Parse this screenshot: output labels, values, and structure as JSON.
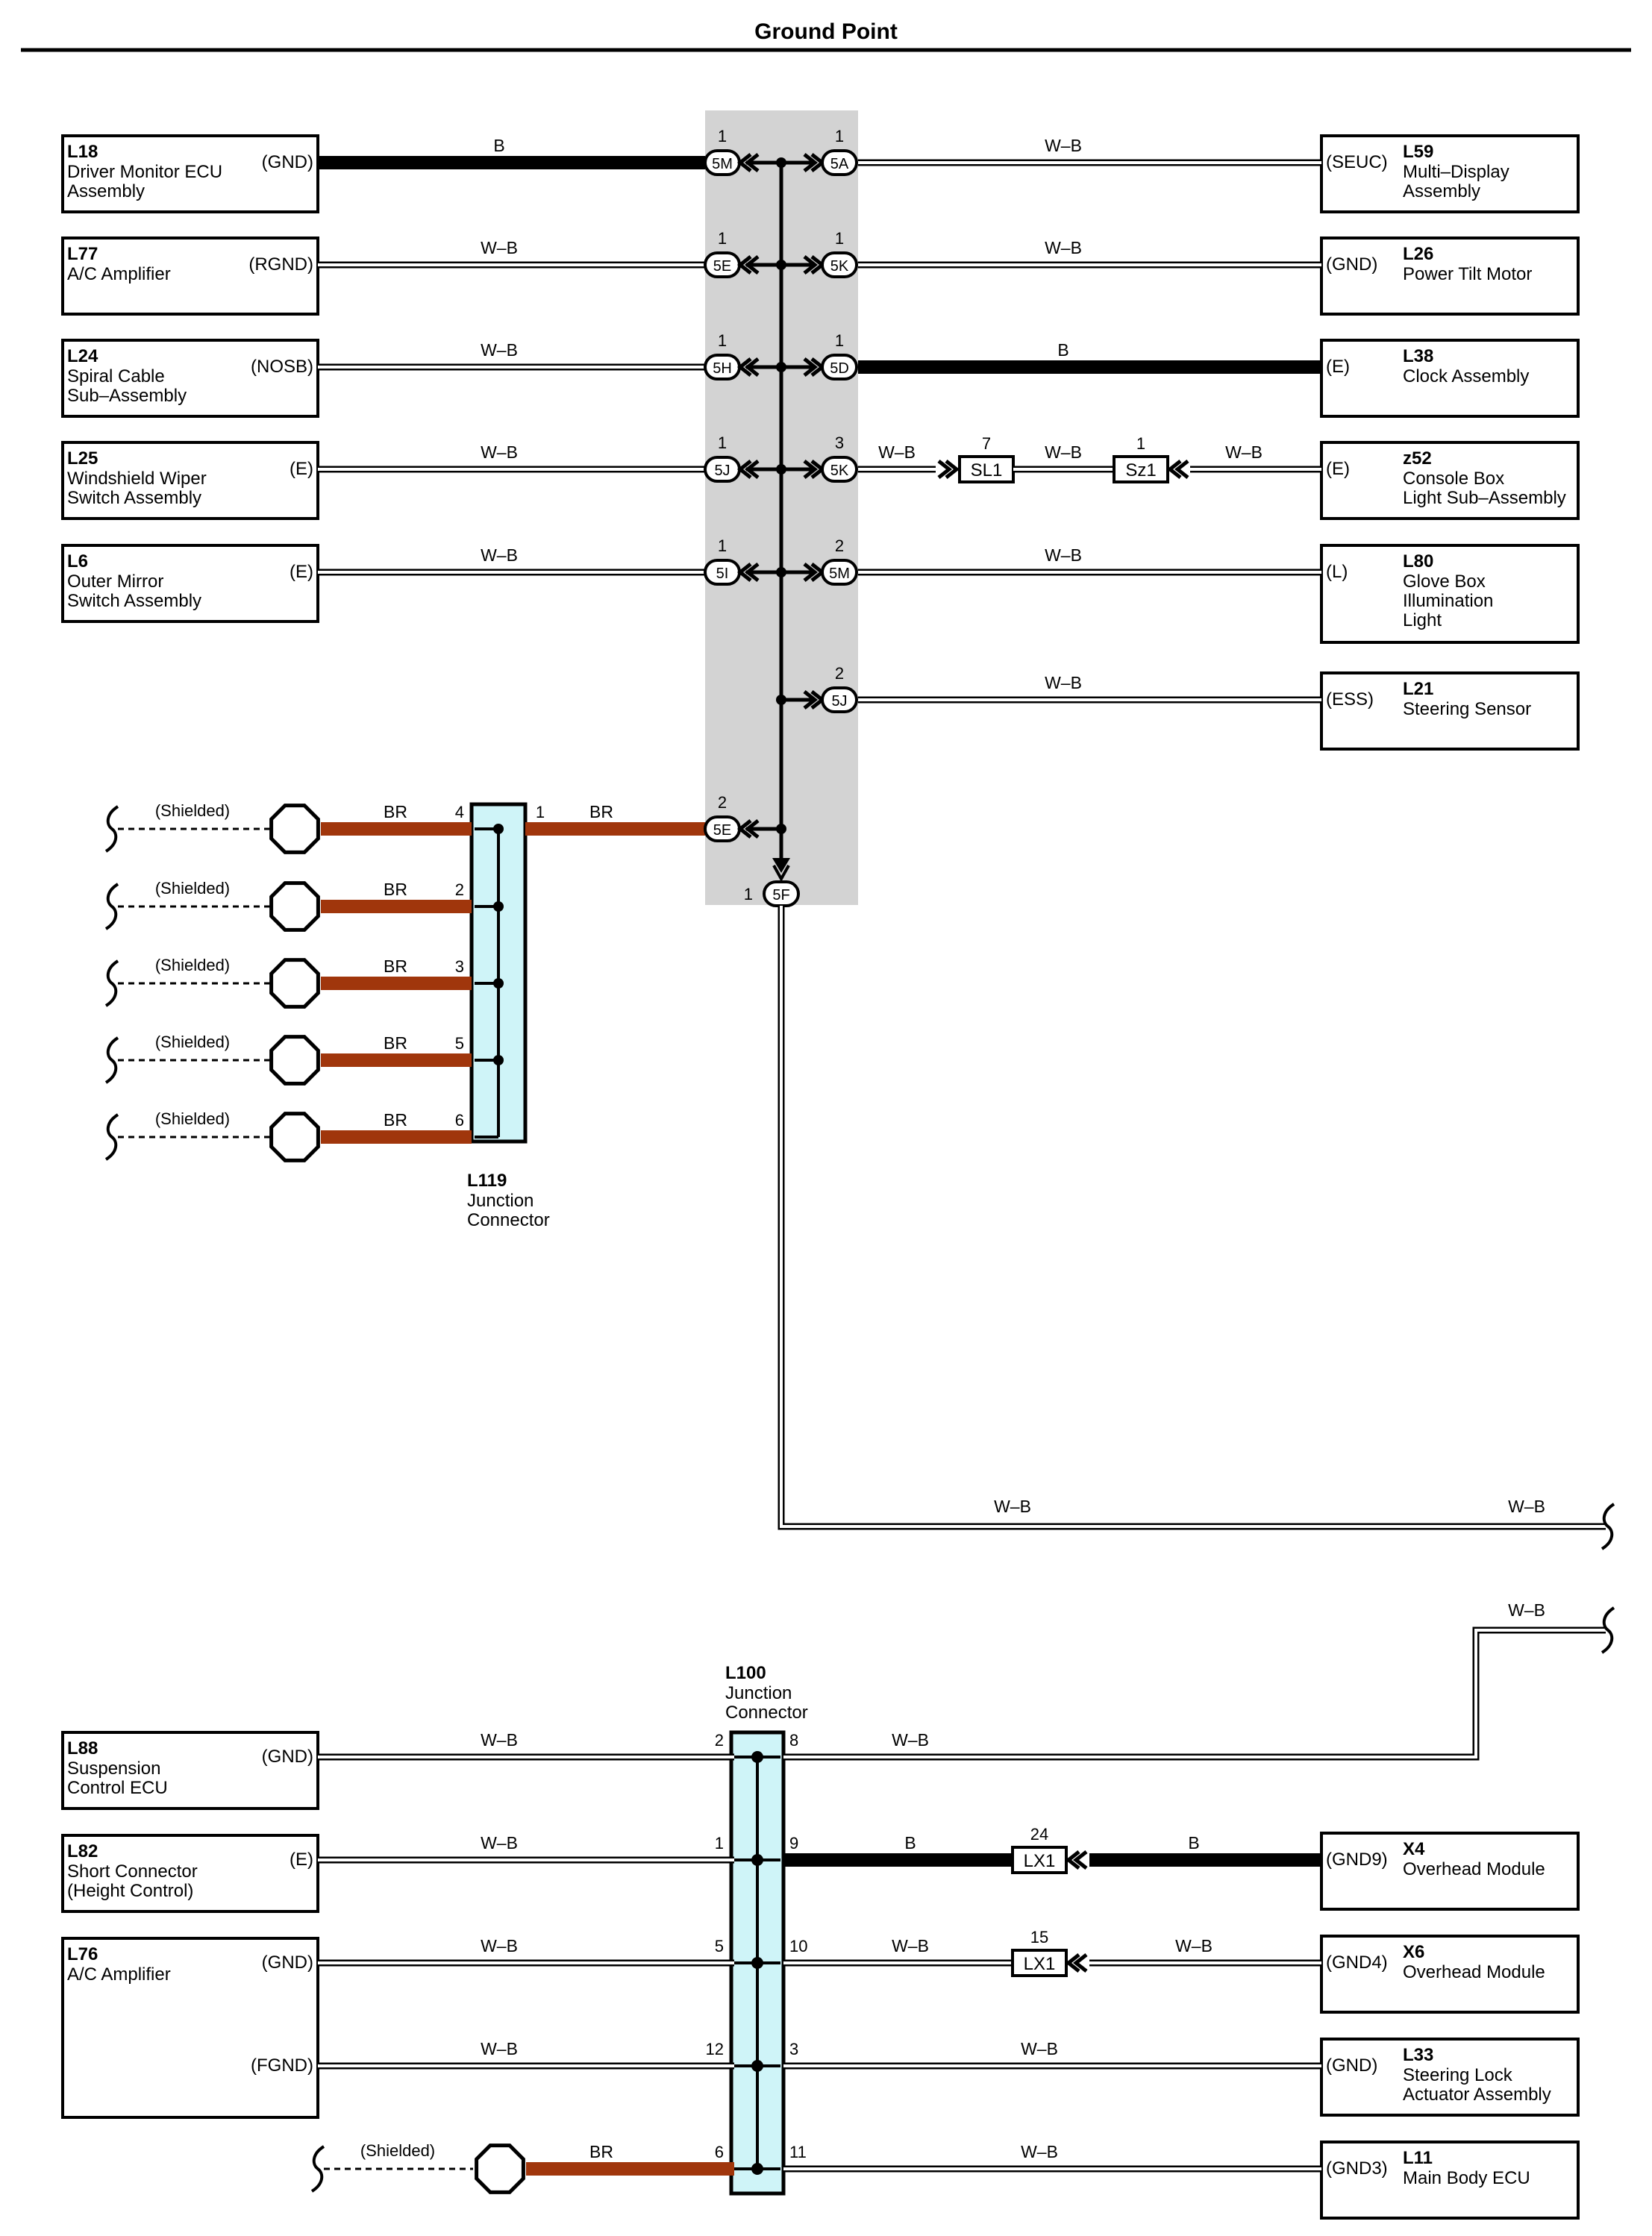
{
  "title": "Ground Point",
  "colors": {
    "black_wire": "#000000",
    "white_black_wire": "#ffffff",
    "brown_wire": "#a0360c",
    "junction_fill": "#cff4f8",
    "splice_bg": "#d3d3d3"
  },
  "left_components": [
    {
      "code": "L18",
      "name": [
        "Driver Monitor ECU",
        "Assembly"
      ],
      "pin": "(GND)"
    },
    {
      "code": "L77",
      "name": [
        "A/C Amplifier"
      ],
      "pin": "(RGND)"
    },
    {
      "code": "L24",
      "name": [
        "Spiral Cable",
        "Sub–Assembly"
      ],
      "pin": "(NOSB)"
    },
    {
      "code": "L25",
      "name": [
        "Windshield Wiper",
        "Switch Assembly"
      ],
      "pin": "(E)"
    },
    {
      "code": "L6",
      "name": [
        "Outer Mirror",
        "Switch Assembly"
      ],
      "pin": "(E)"
    }
  ],
  "right_components": [
    {
      "code": "L59",
      "name": [
        "Multi–Display",
        "Assembly"
      ],
      "pin": "(SEUC)"
    },
    {
      "code": "L26",
      "name": [
        "Power Tilt Motor"
      ],
      "pin": "(GND)"
    },
    {
      "code": "L38",
      "name": [
        "Clock Assembly"
      ],
      "pin": "(E)"
    },
    {
      "code": "z52",
      "name": [
        "Console Box",
        "Light Sub–Assembly"
      ],
      "pin": "(E)"
    },
    {
      "code": "L80",
      "name": [
        "Glove Box",
        "Illumination",
        "Light"
      ],
      "pin": "(L)"
    },
    {
      "code": "L21",
      "name": [
        "Steering Sensor"
      ],
      "pin": "(ESS)"
    }
  ],
  "upper_wires": [
    {
      "left_color": "B",
      "right_color": "W–B",
      "left_num": "1",
      "left_conn": "5M",
      "right_num": "1",
      "right_conn": "5A"
    },
    {
      "left_color": "W–B",
      "right_color": "W–B",
      "left_num": "1",
      "left_conn": "5E",
      "right_num": "1",
      "right_conn": "5K"
    },
    {
      "left_color": "W–B",
      "right_color": "B",
      "left_num": "1",
      "left_conn": "5H",
      "right_num": "1",
      "right_conn": "5D"
    },
    {
      "left_color": "W–B",
      "right_color": "W–B",
      "left_num": "1",
      "left_conn": "5J",
      "right_num": "3",
      "right_conn": "5K"
    },
    {
      "left_color": "W–B",
      "right_color": "W–B",
      "left_num": "1",
      "left_conn": "5I",
      "right_num": "2",
      "right_conn": "5M"
    },
    {
      "right_color": "W–B",
      "right_num": "2",
      "right_conn": "5J"
    }
  ],
  "row4_inline": {
    "seg1_color": "W–B",
    "sl1_num": "7",
    "sl1_label": "SL1",
    "seg2_color": "W–B",
    "sz1_num": "1",
    "sz1_label": "Sz1",
    "seg3_color": "W–B"
  },
  "shielded_label": "(Shielded)",
  "l119": {
    "code": "L119",
    "name": [
      "Junction",
      "Connector"
    ],
    "wire_color": "BR",
    "pins": [
      "4",
      "2",
      "3",
      "5",
      "6"
    ],
    "out_pin": "1",
    "out_color": "BR",
    "splice_num": "2",
    "splice_conn": "5E"
  },
  "ground_out": {
    "num": "1",
    "conn": "5F",
    "color_mid": "W–B",
    "color_end": "W–B",
    "color_lower": "W–B"
  },
  "l100": {
    "code": "L100",
    "name": [
      "Junction",
      "Connector"
    ],
    "left_pins": [
      "2",
      "1",
      "5",
      "12",
      "6"
    ],
    "right_pins": [
      "8",
      "9",
      "10",
      "3",
      "11"
    ]
  },
  "lower_left_components": [
    {
      "code": "L88",
      "name": [
        "Suspension",
        "Control ECU"
      ],
      "pins": [
        "(GND)"
      ]
    },
    {
      "code": "L82",
      "name": [
        "Short Connector",
        "(Height Control)"
      ],
      "pins": [
        "(E)"
      ]
    },
    {
      "code": "L76",
      "name": [
        "A/C Amplifier"
      ],
      "pins": [
        "(GND)",
        "(FGND)"
      ]
    }
  ],
  "lower_left_colors": [
    "W–B",
    "W–B",
    "W–B",
    "W–B",
    "BR"
  ],
  "lower_right_components": [
    {
      "code": "X4",
      "name": [
        "Overhead Module"
      ],
      "pin": "(GND9)"
    },
    {
      "code": "X6",
      "name": [
        "Overhead Module"
      ],
      "pin": "(GND4)"
    },
    {
      "code": "L33",
      "name": [
        "Steering Lock",
        "Actuator Assembly"
      ],
      "pin": "(GND)"
    },
    {
      "code": "L11",
      "name": [
        "Main Body ECU"
      ],
      "pin": "(GND3)"
    }
  ],
  "lower_right_wires": [
    {
      "color": "W–B"
    },
    {
      "color_a": "B",
      "num": "24",
      "label": "LX1",
      "color_b": "B"
    },
    {
      "color_a": "W–B",
      "num": "15",
      "label": "LX1",
      "color_b": "W–B"
    },
    {
      "color": "W–B"
    },
    {
      "color": "W–B"
    }
  ]
}
